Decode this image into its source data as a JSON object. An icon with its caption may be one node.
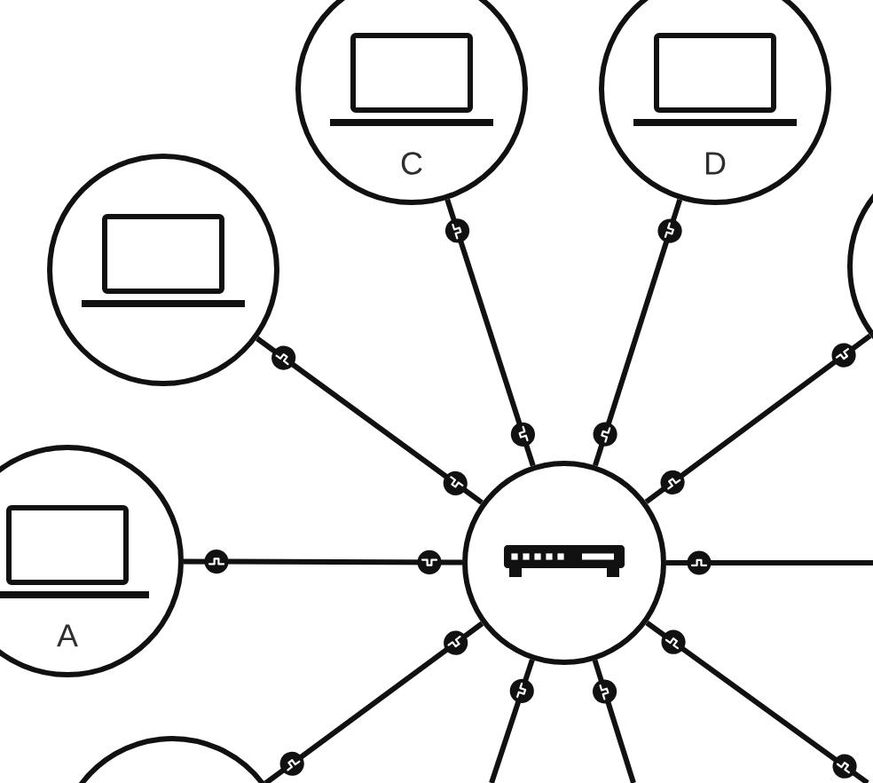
{
  "diagram": {
    "nodes": [
      {
        "text": [
          "C"
        ]
      },
      {
        "text": [
          "D"
        ]
      },
      {
        "text": [],
        "shape": "circle"
      },
      {
        "text": [],
        "shape": "circle"
      },
      {
        "text": [
          "A"
        ]
      },
      {
        "text": [],
        "shape": "circle"
      },
      {
        "text": [],
        "shape": "circle"
      }
    ],
    "edges": [
      {
        "from": 5,
        "to": 0,
        "arrow": "none"
      },
      {
        "from": 5,
        "to": 1,
        "arrow": "none"
      },
      {
        "from": 5,
        "to": 2,
        "arrow": "none"
      },
      {
        "from": 5,
        "to": 3,
        "arrow": "none"
      },
      {
        "from": 5,
        "to": 4,
        "arrow": "none"
      },
      {
        "from": 5,
        "to": 6,
        "arrow": "none"
      },
      {
        "from": 5,
        "to": null,
        "arrow": "none"
      },
      {
        "from": 5,
        "to": null,
        "arrow": "none"
      },
      {
        "from": 5,
        "to": null,
        "arrow": "none"
      },
      {
        "from": 5,
        "to": null,
        "arrow": "none"
      }
    ]
  }
}
